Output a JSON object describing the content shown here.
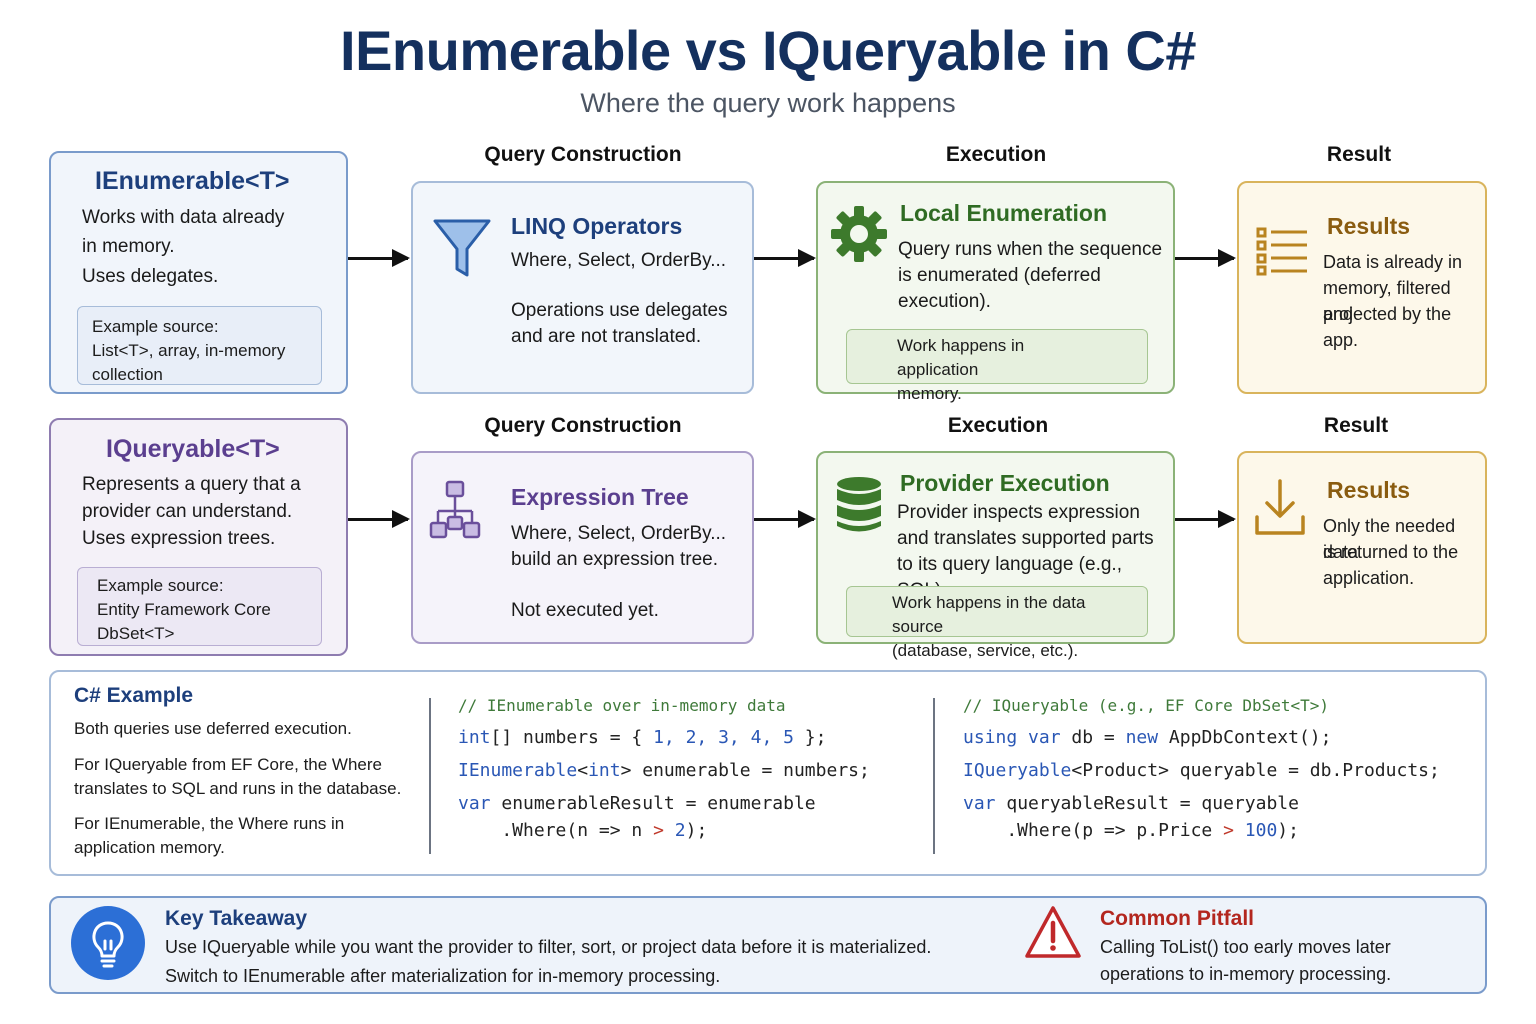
{
  "header": {
    "title": "IEnumerable vs IQueryable in C#",
    "subtitle": "Where the query work happens"
  },
  "columns": {
    "construction": "Query Construction",
    "execution": "Execution",
    "result": "Result"
  },
  "enumerable_row": {
    "source": {
      "title": "IEnumerable<T>",
      "line1": "Works with data already",
      "line2": "in memory.",
      "line3": "Uses delegates.",
      "example_l1": "Example source:",
      "example_l2": "List<T>, array, in-memory",
      "example_l3": "collection"
    },
    "construction": {
      "title": "LINQ Operators",
      "line1": "Where, Select, OrderBy...",
      "line2": "Operations use delegates",
      "line3": "and are not translated."
    },
    "execution": {
      "title": "Local Enumeration",
      "line1": "Query runs when the sequence",
      "line2": "is enumerated (deferred",
      "line3": "execution).",
      "note_l1": "Work happens in application",
      "note_l2": "memory."
    },
    "result": {
      "title": "Results",
      "line1": "Data is already in",
      "line2": "memory, filtered and",
      "line3": "projected by the app."
    }
  },
  "queryable_row": {
    "source": {
      "title": "IQueryable<T>",
      "line1": "Represents a query that a",
      "line2": "provider can understand.",
      "line3": "Uses expression trees.",
      "example_l1": "Example source:",
      "example_l2": "Entity Framework Core",
      "example_l3": "DbSet<T>"
    },
    "construction": {
      "title": "Expression Tree",
      "line1": "Where, Select, OrderBy...",
      "line2": "build an expression tree.",
      "line3": "Not executed yet."
    },
    "execution": {
      "title": "Provider Execution",
      "line1": "Provider inspects expression",
      "line2": "and translates supported parts",
      "line3": "to its query language (e.g., SQL).",
      "note_l1": "Work happens in the data source",
      "note_l2": "(database, service, etc.)."
    },
    "result": {
      "title": "Results",
      "line1": "Only the needed data",
      "line2": "is returned to the",
      "line3": "application."
    }
  },
  "example": {
    "title": "C# Example",
    "p1": "Both queries use deferred execution.",
    "p2_l1": "For IQueryable from EF Core, the Where",
    "p2_l2": "translates to SQL and runs in the database.",
    "p3_l1": "For IEnumerable, the Where runs in",
    "p3_l2": "application memory.",
    "code1": {
      "comment": "// IEnumerable over in-memory data",
      "l1_kw": "int",
      "l1_rest": "[] numbers = { ",
      "l1_nums": "1, 2, 3, 4, 5",
      "l1_end": " };",
      "l2_type": "IEnumerable",
      "l2_gen_open": "<",
      "l2_gen": "int",
      "l2_rest": "> enumerable = numbers;",
      "l3_kw": "var",
      "l3_rest": " enumerableResult = enumerable",
      "l4_a": "    .Where(n => n ",
      "l4_op": ">",
      "l4_b": " ",
      "l4_num": "2",
      "l4_c": ");"
    },
    "code2": {
      "comment": "// IQueryable (e.g., EF Core DbSet<T>)",
      "l1_kw1": "using",
      "l1_kw2": "var",
      "l1_mid": " db = ",
      "l1_kw3": "new",
      "l1_rest": " AppDbContext();",
      "l2_type": "IQueryable",
      "l2_rest": "<Product> queryable = db.Products;",
      "l3_kw": "var",
      "l3_rest": " queryableResult = queryable",
      "l4_a": "    .Where(p => p.Price ",
      "l4_op": ">",
      "l4_b": " ",
      "l4_num": "100",
      "l4_c": ");"
    }
  },
  "takeaway": {
    "title": "Key Takeaway",
    "line1": "Use IQueryable while you want the provider to filter, sort, or project data before it is materialized.",
    "line2": "Switch to IEnumerable after materialization for in-memory processing."
  },
  "pitfall": {
    "title": "Common Pitfall",
    "line1": "Calling ToList() too early moves later",
    "line2": "operations to in-memory processing."
  },
  "colors": {
    "title": "#14305e",
    "blue": "#1d3f7c",
    "purple": "#5b3f8f",
    "green": "#2f6b23",
    "gold": "#8a5c10",
    "pitfall_red": "#b3261e",
    "bulb_blue": "#2c6fd6"
  },
  "icons": [
    "filter-funnel-icon",
    "gear-icon",
    "list-icon",
    "tree-icon",
    "database-icon",
    "download-icon",
    "lightbulb-icon",
    "warning-icon"
  ]
}
